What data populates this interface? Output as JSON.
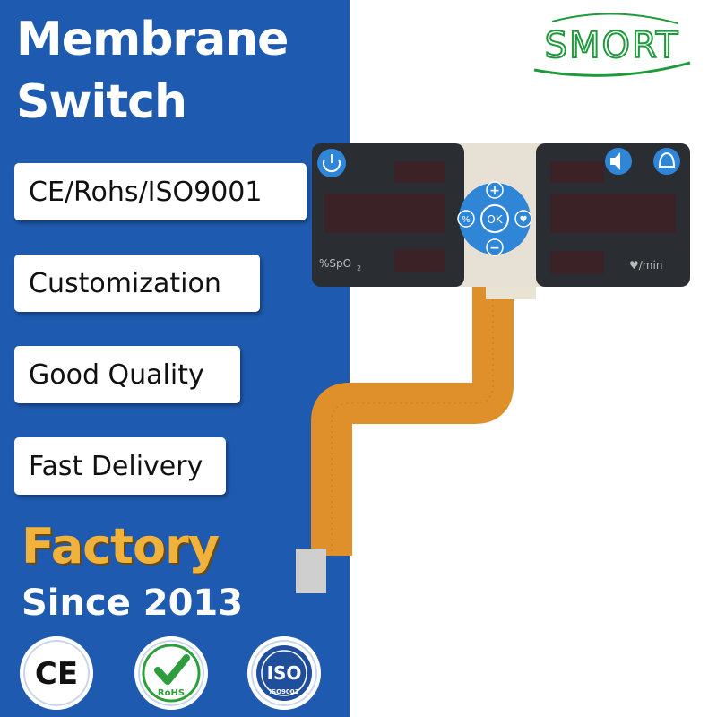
{
  "headline": {
    "line1": "Membrane",
    "line2": "Switch"
  },
  "features": [
    "CE/Rohs/ISO9001",
    "Customization",
    "Good Quality",
    "Fast Delivery"
  ],
  "factory": "Factory",
  "since": "Since 2013",
  "brand": {
    "logo_text": "SMORT",
    "color": "#1f9a3a"
  },
  "certifications": {
    "ce": "CE",
    "rohs": "RoHS",
    "iso": "ISO",
    "iso_sub": "ISO9001"
  },
  "panel": {
    "spo2_label": "%SpO",
    "spo2_sub": "2",
    "pulse_label": "/min",
    "buttons": {
      "ok": "OK",
      "plus": "+",
      "minus": "−",
      "percent": "%"
    }
  },
  "colors": {
    "left_bg": "#1e5bb0",
    "factory": "#f0b23a",
    "key_blue": "#2f86d6",
    "flex_cable": "#e0902a",
    "panel_dark": "#2a2e33"
  }
}
